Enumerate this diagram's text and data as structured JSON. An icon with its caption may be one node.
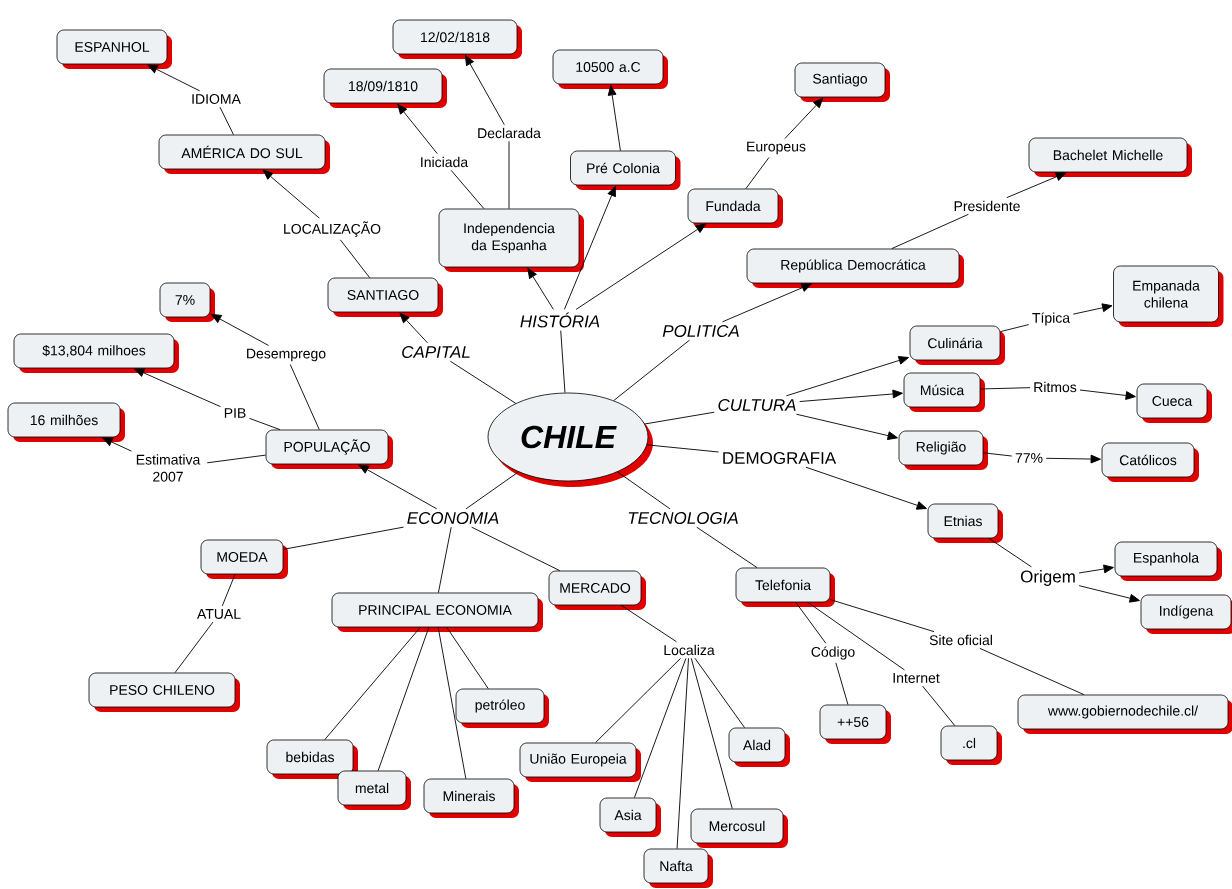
{
  "diagram": {
    "nodes": [
      {
        "text": [
          "CHILE"
        ]
      },
      {
        "text": [
          "HISTÓRIA"
        ]
      },
      {
        "text": [
          "Independencia da Espanha"
        ]
      },
      {
        "text": [
          "Iniciada"
        ]
      },
      {
        "text": [
          "18/09/1810"
        ]
      },
      {
        "text": [
          "Declarada"
        ]
      },
      {
        "text": [
          "12/02/1818"
        ]
      },
      {
        "text": [
          "Pré Colonia"
        ]
      },
      {
        "text": [
          "10500 a.C"
        ]
      },
      {
        "text": [
          "Fundada"
        ]
      },
      {
        "text": [
          "Europeus"
        ]
      },
      {
        "text": [
          "Santiago"
        ]
      },
      {
        "text": [
          "POLITICA"
        ]
      },
      {
        "text": [
          "República Democrática"
        ]
      },
      {
        "text": [
          "Presidente"
        ]
      },
      {
        "text": [
          "Bachelet Michelle"
        ]
      },
      {
        "text": [
          "CULTURA"
        ]
      },
      {
        "text": [
          "Culinária"
        ]
      },
      {
        "text": [
          "Típica"
        ]
      },
      {
        "text": [
          "Empanada chilena"
        ]
      },
      {
        "text": [
          "Música"
        ]
      },
      {
        "text": [
          "Ritmos"
        ]
      },
      {
        "text": [
          "Cueca"
        ]
      },
      {
        "text": [
          "Religião"
        ]
      },
      {
        "text": [
          "77%"
        ]
      },
      {
        "text": [
          "Católicos"
        ]
      },
      {
        "text": [
          "DEMOGRAFIA"
        ]
      },
      {
        "text": [
          "Etnias"
        ]
      },
      {
        "text": [
          "Origem"
        ]
      },
      {
        "text": [
          "Espanhola"
        ]
      },
      {
        "text": [
          "Indígena"
        ]
      },
      {
        "text": [
          "TECNOLOGIA"
        ]
      },
      {
        "text": [
          "Telefonia"
        ]
      },
      {
        "text": [
          "Código"
        ]
      },
      {
        "text": [
          "++56"
        ]
      },
      {
        "text": [
          "Internet"
        ]
      },
      {
        "text": [
          ".cl"
        ]
      },
      {
        "text": [
          "Site oficial"
        ]
      },
      {
        "text": [
          "www.gobiernodechile.cl/"
        ]
      },
      {
        "text": [
          "ECONOMIA"
        ]
      },
      {
        "text": [
          "POPULAÇÃO"
        ]
      },
      {
        "text": [
          "Desemprego"
        ]
      },
      {
        "text": [
          "7%"
        ]
      },
      {
        "text": [
          "PIB"
        ]
      },
      {
        "text": [
          "$13,804 milhoes"
        ]
      },
      {
        "text": [
          "Estimativa 2007"
        ]
      },
      {
        "text": [
          "16 milhões"
        ]
      },
      {
        "text": [
          "MOEDA"
        ]
      },
      {
        "text": [
          "ATUAL"
        ]
      },
      {
        "text": [
          "PESO CHILENO"
        ]
      },
      {
        "text": [
          "PRINCIPAL ECONOMIA"
        ]
      },
      {
        "text": [
          "bebidas"
        ]
      },
      {
        "text": [
          "metal"
        ]
      },
      {
        "text": [
          "Minerais"
        ]
      },
      {
        "text": [
          "petróleo"
        ]
      },
      {
        "text": [
          "MERCADO"
        ]
      },
      {
        "text": [
          "Localiza"
        ]
      },
      {
        "text": [
          "União Europeia"
        ]
      },
      {
        "text": [
          "Asia"
        ]
      },
      {
        "text": [
          "Nafta"
        ]
      },
      {
        "text": [
          "Mercosul"
        ]
      },
      {
        "text": [
          "Alad"
        ]
      },
      {
        "text": [
          "CAPITAL"
        ]
      },
      {
        "text": [
          "SANTIAGO"
        ]
      },
      {
        "text": [
          "LOCALIZAÇÃO"
        ]
      },
      {
        "text": [
          "AMÉRICA DO SUL"
        ]
      },
      {
        "text": [
          "IDIOMA"
        ]
      },
      {
        "text": [
          "ESPANHOL"
        ]
      }
    ],
    "edges": [
      {
        "from": 0,
        "to": 1,
        "arrow": "none"
      },
      {
        "from": 1,
        "to": 2,
        "arrow": "to"
      },
      {
        "from": 1,
        "to": 7,
        "arrow": "to"
      },
      {
        "from": 1,
        "to": 9,
        "arrow": "to"
      },
      {
        "from": 2,
        "to": 3,
        "arrow": "none"
      },
      {
        "from": 3,
        "to": 4,
        "arrow": "to"
      },
      {
        "from": 2,
        "to": 5,
        "arrow": "none"
      },
      {
        "from": 5,
        "to": 6,
        "arrow": "to"
      },
      {
        "from": 7,
        "to": 8,
        "arrow": "to"
      },
      {
        "from": 9,
        "to": 10,
        "arrow": "none"
      },
      {
        "from": 10,
        "to": 11,
        "arrow": "to"
      },
      {
        "from": 0,
        "to": 12,
        "arrow": "none"
      },
      {
        "from": 12,
        "to": 13,
        "arrow": "to"
      },
      {
        "from": 13,
        "to": 14,
        "arrow": "none"
      },
      {
        "from": 14,
        "to": 15,
        "arrow": "to"
      },
      {
        "from": 0,
        "to": 16,
        "arrow": "none"
      },
      {
        "from": 16,
        "to": 17,
        "arrow": "to"
      },
      {
        "from": 16,
        "to": 20,
        "arrow": "to"
      },
      {
        "from": 16,
        "to": 23,
        "arrow": "to"
      },
      {
        "from": 17,
        "to": 18,
        "arrow": "none"
      },
      {
        "from": 18,
        "to": 19,
        "arrow": "to"
      },
      {
        "from": 20,
        "to": 21,
        "arrow": "none"
      },
      {
        "from": 21,
        "to": 22,
        "arrow": "to"
      },
      {
        "from": 23,
        "to": 24,
        "arrow": "none"
      },
      {
        "from": 24,
        "to": 25,
        "arrow": "to"
      },
      {
        "from": 0,
        "to": 26,
        "arrow": "none"
      },
      {
        "from": 26,
        "to": 27,
        "arrow": "to"
      },
      {
        "from": 27,
        "to": 28,
        "arrow": "none"
      },
      {
        "from": 28,
        "to": 29,
        "arrow": "to"
      },
      {
        "from": 28,
        "to": 30,
        "arrow": "to"
      },
      {
        "from": 0,
        "to": 31,
        "arrow": "none"
      },
      {
        "from": 31,
        "to": 32,
        "arrow": "none"
      },
      {
        "from": 32,
        "to": 33,
        "arrow": "none"
      },
      {
        "from": 33,
        "to": 34,
        "arrow": "none"
      },
      {
        "from": 32,
        "to": 35,
        "arrow": "none"
      },
      {
        "from": 35,
        "to": 36,
        "arrow": "none"
      },
      {
        "from": 32,
        "to": 37,
        "arrow": "none"
      },
      {
        "from": 37,
        "to": 38,
        "arrow": "none"
      },
      {
        "from": 0,
        "to": 39,
        "arrow": "none"
      },
      {
        "from": 39,
        "to": 40,
        "arrow": "to"
      },
      {
        "from": 40,
        "to": 41,
        "arrow": "none"
      },
      {
        "from": 41,
        "to": 42,
        "arrow": "to"
      },
      {
        "from": 40,
        "to": 43,
        "arrow": "none"
      },
      {
        "from": 43,
        "to": 44,
        "arrow": "to"
      },
      {
        "from": 40,
        "to": 45,
        "arrow": "none"
      },
      {
        "from": 45,
        "to": 46,
        "arrow": "to"
      },
      {
        "from": 39,
        "to": 47,
        "arrow": "none"
      },
      {
        "from": 47,
        "to": 48,
        "arrow": "none"
      },
      {
        "from": 48,
        "to": 49,
        "arrow": "none"
      },
      {
        "from": 39,
        "to": 50,
        "arrow": "none"
      },
      {
        "from": 50,
        "to": 51,
        "arrow": "none"
      },
      {
        "from": 50,
        "to": 52,
        "arrow": "none"
      },
      {
        "from": 50,
        "to": 53,
        "arrow": "none"
      },
      {
        "from": 50,
        "to": 54,
        "arrow": "none"
      },
      {
        "from": 39,
        "to": 55,
        "arrow": "none"
      },
      {
        "from": 55,
        "to": 56,
        "arrow": "none"
      },
      {
        "from": 56,
        "to": 57,
        "arrow": "none"
      },
      {
        "from": 56,
        "to": 58,
        "arrow": "none"
      },
      {
        "from": 56,
        "to": 59,
        "arrow": "none"
      },
      {
        "from": 56,
        "to": 60,
        "arrow": "none"
      },
      {
        "from": 56,
        "to": 61,
        "arrow": "none"
      },
      {
        "from": 0,
        "to": 62,
        "arrow": "none"
      },
      {
        "from": 62,
        "to": 63,
        "arrow": "to"
      },
      {
        "from": 63,
        "to": 64,
        "arrow": "none"
      },
      {
        "from": 64,
        "to": 65,
        "arrow": "to"
      },
      {
        "from": 65,
        "to": 66,
        "arrow": "none"
      },
      {
        "from": 66,
        "to": 67,
        "arrow": "to"
      }
    ]
  }
}
